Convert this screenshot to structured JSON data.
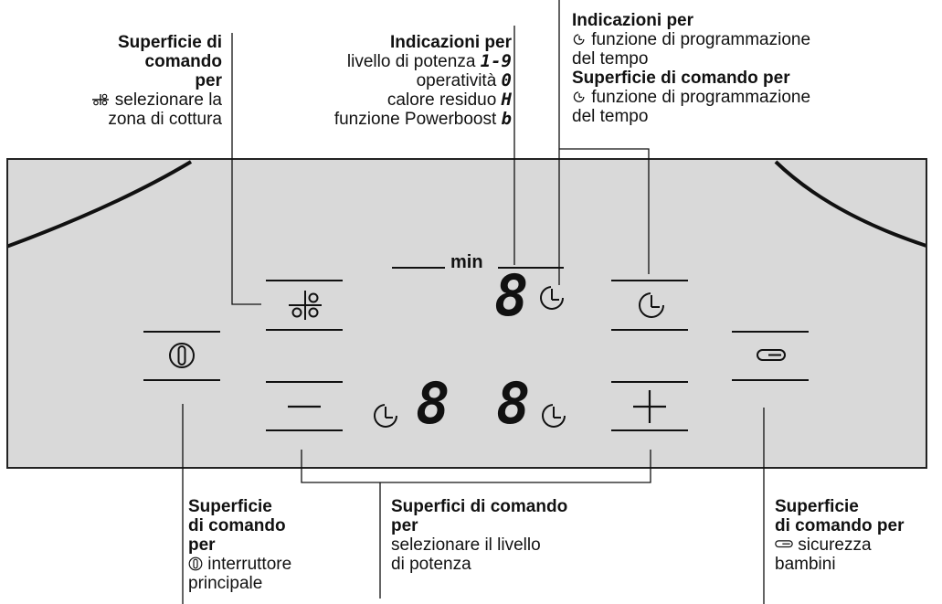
{
  "labels": {
    "zone_select": {
      "title_1": "Superficie di",
      "title_2": "comando",
      "title_3": "per",
      "icon": "zone-select-icon",
      "line1": "selezionare la",
      "line2": "zona di cottura"
    },
    "indications": {
      "title": "Indicazioni per",
      "line1": "livello di potenza",
      "line1_symbol": "1-9",
      "line2": "operatività",
      "line2_symbol": "0",
      "line3": "calore residuo",
      "line3_symbol": "H",
      "line4": "funzione Powerboost",
      "line4_symbol": "b"
    },
    "timer": {
      "title1": "Indicazioni per",
      "line1": "funzione di programmazione",
      "line2": "del tempo",
      "title2": "Superficie di comando per",
      "line3": "funzione di programmazione",
      "line4": "del tempo",
      "icon": "timer-icon"
    },
    "main_switch": {
      "title_1": "Superficie",
      "title_2": "di comando",
      "title_3": "per",
      "icon": "power-icon",
      "line1": "interruttore",
      "line2": "principale"
    },
    "power_level": {
      "title_1": "Superfici di comando",
      "title_2": "per",
      "line1": "selezionare il livello",
      "line2": "di potenza"
    },
    "child_lock": {
      "title_1": "Superficie",
      "title_2": "di comando per",
      "icon": "key-icon",
      "line1": "sicurezza",
      "line2": "bambini"
    }
  },
  "panel": {
    "min_label": "min",
    "digit_placeholder": "8",
    "minus_symbol": "—",
    "plus_symbol": "+",
    "background_color": "#d9d9d9",
    "line_color": "#222222"
  }
}
